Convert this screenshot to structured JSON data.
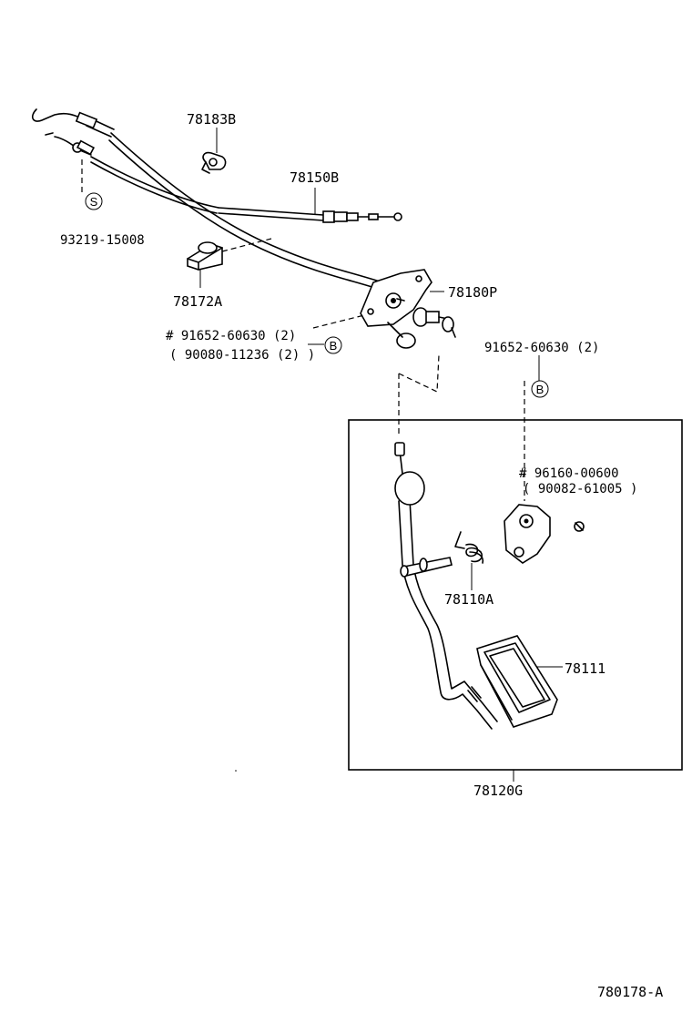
{
  "labels": {
    "p78183B": "78183B",
    "p78150B": "78150B",
    "p93219": "93219-15008",
    "p78172A": "78172A",
    "p78180P": "78180P",
    "p91652_left": "# 91652-60630 (2)",
    "p90080": "( 90080-11236 (2) )",
    "p91652_right": "91652-60630 (2)",
    "p96160": "# 96160-00600",
    "p90082": "( 90082-61005 )",
    "p78110A": "78110A",
    "p78111": "78111",
    "p78120G": "78120G",
    "ref": "780178-A"
  },
  "markers": {
    "s": "S",
    "b": "B"
  }
}
